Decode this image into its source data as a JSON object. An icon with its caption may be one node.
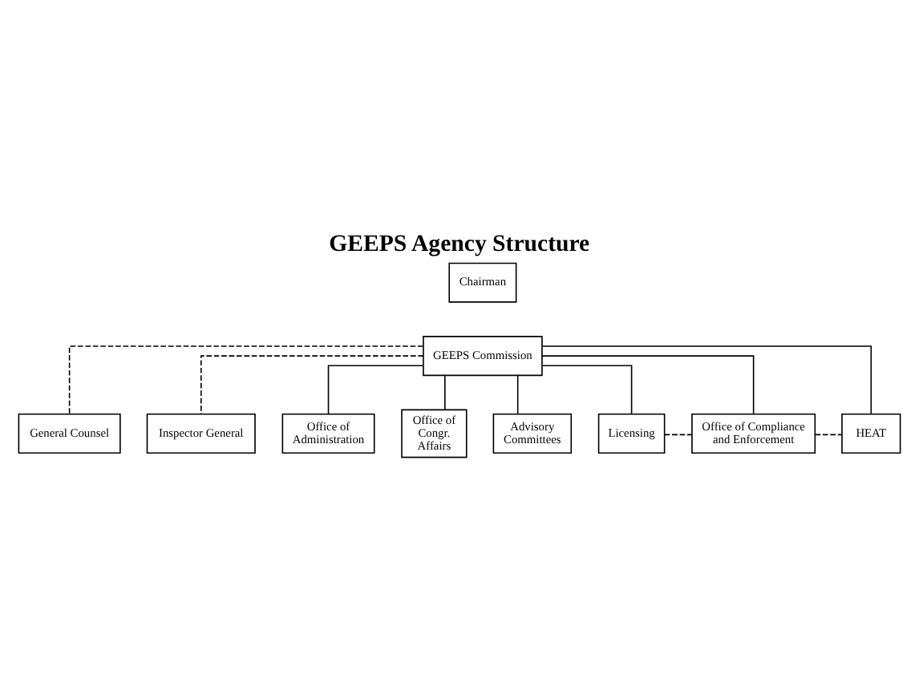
{
  "diagram": {
    "title": "GEEPS Agency Structure",
    "nodes": [
      {
        "text": [
          "Chairman"
        ]
      },
      {
        "text": [
          "GEEPS Commission"
        ]
      },
      {
        "text": [
          "General Counsel"
        ]
      },
      {
        "text": [
          "Inspector General"
        ]
      },
      {
        "text": [
          "Office of Administration"
        ]
      },
      {
        "text": [
          "Office of Congr. Affairs"
        ]
      },
      {
        "text": [
          "Advisory Committees"
        ]
      },
      {
        "text": [
          "Licensing"
        ]
      },
      {
        "text": [
          "Office of Compliance and Enforcement"
        ]
      },
      {
        "text": [
          "HEAT"
        ]
      }
    ],
    "edges": [
      {
        "from": 1,
        "to": 2,
        "arrow": "none",
        "style": "dashed"
      },
      {
        "from": 1,
        "to": 3,
        "arrow": "none",
        "style": "dashed"
      },
      {
        "from": 1,
        "to": 4,
        "arrow": "none"
      },
      {
        "from": 1,
        "to": 5,
        "arrow": "none"
      },
      {
        "from": 1,
        "to": 6,
        "arrow": "none"
      },
      {
        "from": 1,
        "to": 7,
        "arrow": "none"
      },
      {
        "from": 1,
        "to": 8,
        "arrow": "none"
      },
      {
        "from": 1,
        "to": 9,
        "arrow": "none"
      },
      {
        "from": 7,
        "to": 8,
        "arrow": "none",
        "style": "dashed"
      },
      {
        "from": 8,
        "to": 9,
        "arrow": "none",
        "style": "dashed"
      }
    ]
  }
}
